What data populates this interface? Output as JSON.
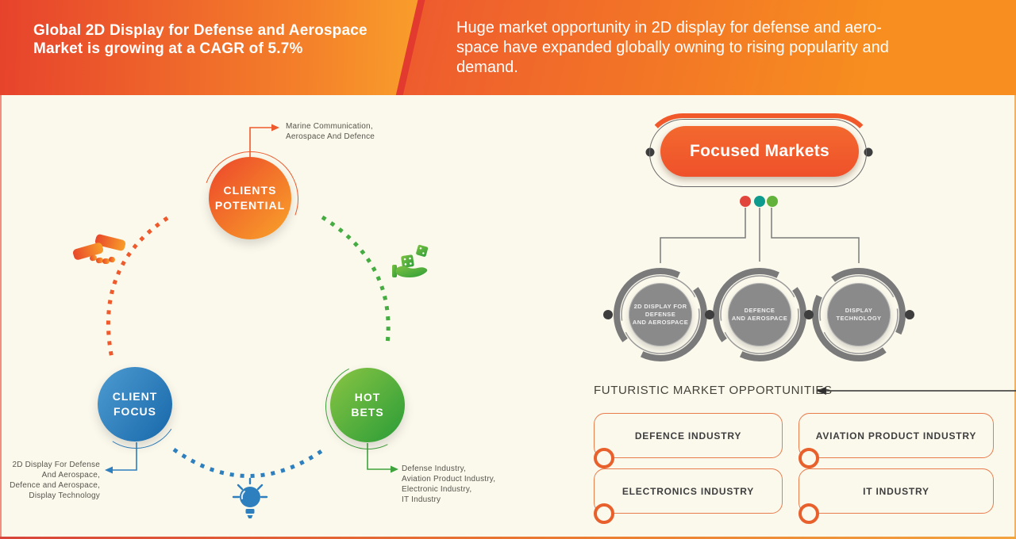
{
  "banner": {
    "title_lines": [
      "Global 2D Display for Defense and Aerospace",
      "Market is growing at a CAGR of 5.7%"
    ],
    "subtitle_lines": [
      "Huge market opportunity in 2D display for defense and aero-",
      "space have expanded globally owning to rising popularity and",
      "demand."
    ]
  },
  "cycle": {
    "clients_potential": {
      "label_lines": [
        "CLIENTS",
        "POTENTIAL"
      ],
      "note_lines": [
        "Marine Communication,",
        "Aerospace And Defence"
      ]
    },
    "client_focus": {
      "label_lines": [
        "CLIENT",
        "FOCUS"
      ],
      "note_lines": [
        "2D Display For Defense",
        "And Aerospace,",
        "Defence and Aerospace,",
        "Display Technology"
      ]
    },
    "hot_bets": {
      "label_lines": [
        "HOT",
        "BETS"
      ],
      "note_lines": [
        "Defense Industry,",
        "Aviation Product Industry,",
        "Electronic Industry,",
        "IT Industry"
      ]
    }
  },
  "focused_markets": {
    "title": "Focused Markets",
    "nodes": [
      {
        "label_lines": [
          "2D DISPLAY FOR",
          "DEFENSE",
          "AND AEROSPACE"
        ]
      },
      {
        "label_lines": [
          "DEFENCE",
          "AND AEROSPACE"
        ]
      },
      {
        "label_lines": [
          "DISPLAY",
          "TECHNOLOGY"
        ]
      }
    ]
  },
  "opportunities": {
    "heading": "FUTURISTIC MARKET OPPORTUNITIES",
    "items": [
      "DEFENCE INDUSTRY",
      "AVIATION PRODUCT INDUSTRY",
      "ELECTRONICS INDUSTRY",
      "IT INDUSTRY"
    ]
  },
  "icons": {
    "handshake": "handshake-icon",
    "dice_hand": "dice-hand-icon",
    "lightbulb": "lightbulb-icon"
  },
  "colors": {
    "banner_red": "#E7432C",
    "banner_orange": "#F9A02B",
    "stripe_red": "#E23A2F",
    "background": "#FBF8EC",
    "accent_orange": "#EE5A2C",
    "accent_blue": "#2E7FBE",
    "accent_green": "#45AC42",
    "gray_node": "#8A8A8A",
    "dot_red": "#E2453B",
    "dot_teal": "#0E9A8C",
    "dot_green": "#62B23C",
    "box_border": "#E97C4C",
    "pill_orange": "#F1582A"
  }
}
